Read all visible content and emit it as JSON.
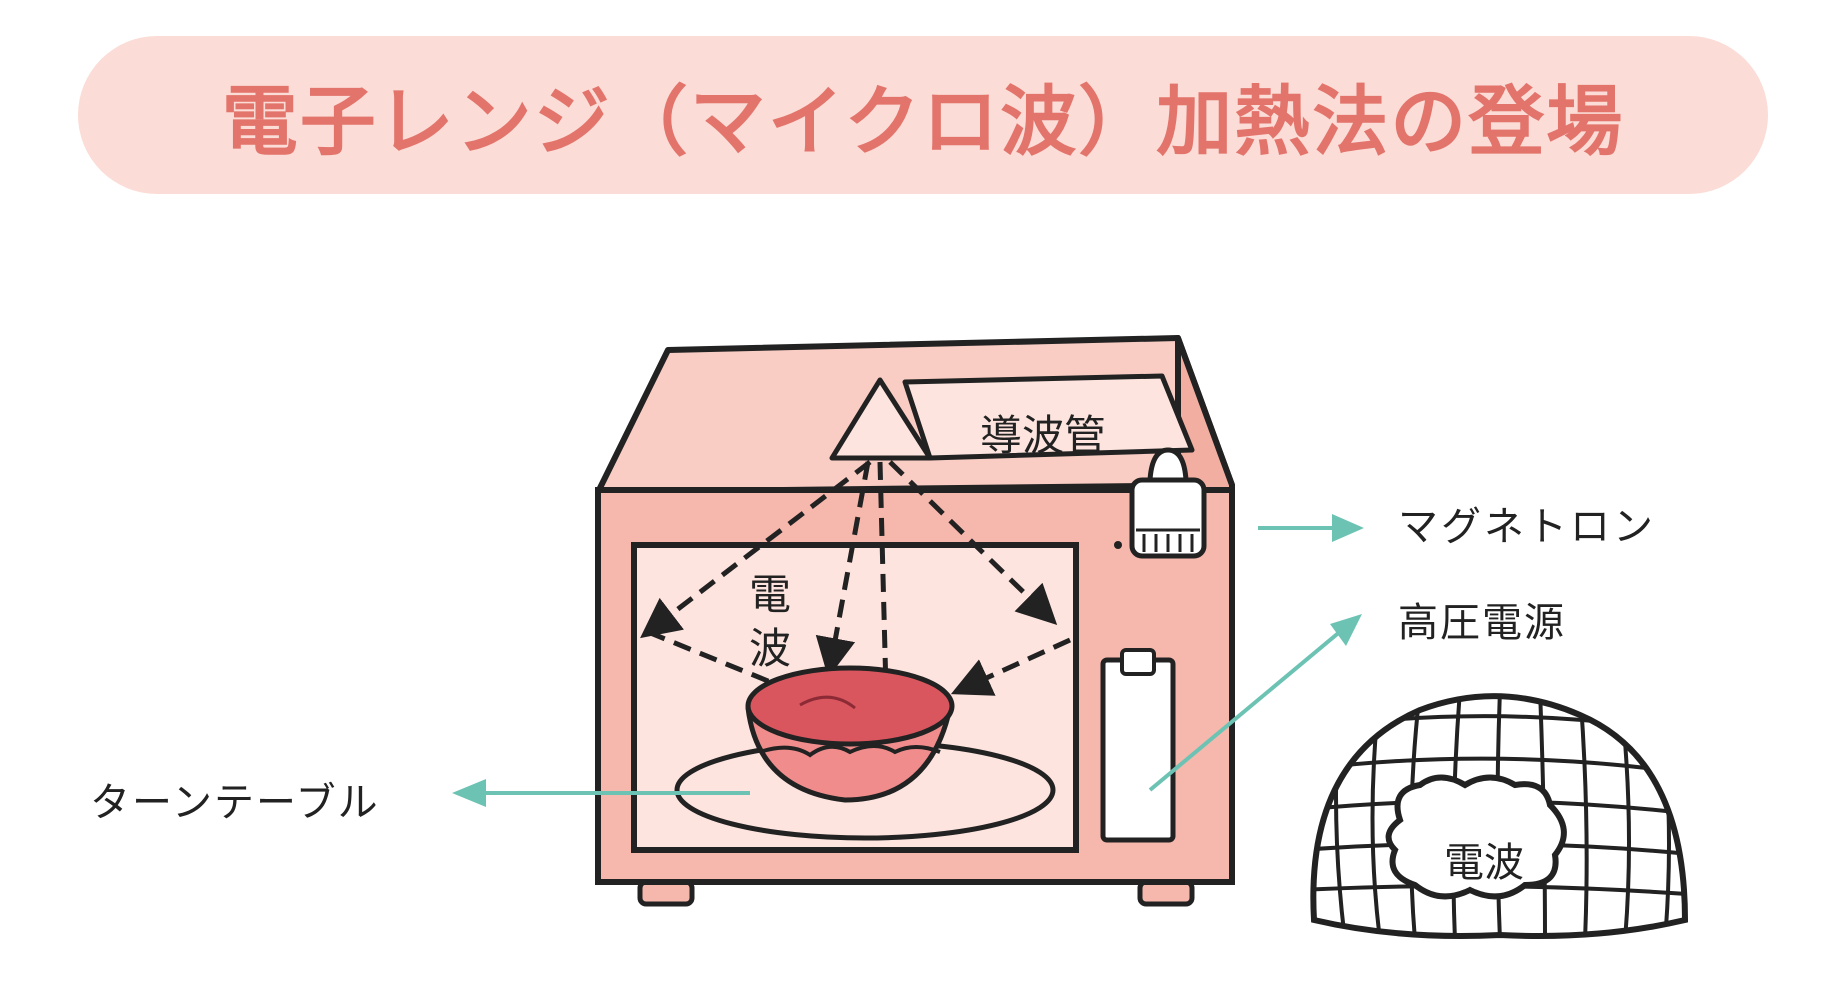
{
  "title": "電子レンジ（マイクロ波）加熱法の登場",
  "labels": {
    "waveguide": "導波管",
    "magnetron": "マグネトロン",
    "high_voltage_power": "高圧電源",
    "turntable": "ターンテーブル",
    "wave_inner": "電波",
    "wave_dome": "電波"
  },
  "colors": {
    "banner_bg": "#fbdcd6",
    "title_text": "#e2746c",
    "oven_body": "#f6b8ad",
    "oven_top": "#f9cdc4",
    "window": "#fde4df",
    "bowl": "#e06a6e",
    "arrow": "#6cc3b4"
  }
}
